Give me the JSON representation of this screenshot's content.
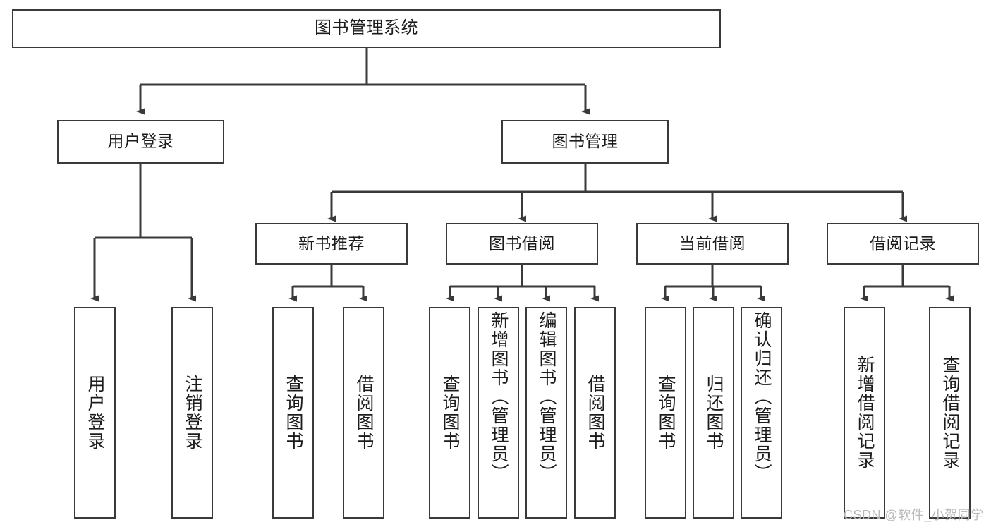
{
  "diagram": {
    "type": "tree-hierarchy",
    "title": "图书管理系统",
    "root": {
      "id": "root",
      "label": "图书管理系统"
    },
    "level2": [
      {
        "id": "user-login",
        "label": "用户登录"
      },
      {
        "id": "book-management",
        "label": "图书管理"
      }
    ],
    "level3": [
      {
        "id": "new-book-recommend",
        "label": "新书推荐"
      },
      {
        "id": "book-borrow",
        "label": "图书借阅"
      },
      {
        "id": "current-borrow",
        "label": "当前借阅"
      },
      {
        "id": "borrow-record",
        "label": "借阅记录"
      }
    ],
    "leaves": {
      "user_login": [
        {
          "id": "leaf-user-login",
          "label": "用户登录"
        },
        {
          "id": "leaf-user-logout",
          "label": "注销登录"
        }
      ],
      "new_book_recommend": [
        {
          "id": "leaf-query-book-1",
          "label": "查询图书"
        },
        {
          "id": "leaf-borrow-book-1",
          "label": "借阅图书"
        }
      ],
      "book_borrow": [
        {
          "id": "leaf-query-book-2",
          "label": "查询图书"
        },
        {
          "id": "leaf-add-book",
          "label": "新增图书（管理员）"
        },
        {
          "id": "leaf-edit-book",
          "label": "编辑图书（管理员）"
        },
        {
          "id": "leaf-borrow-book-2",
          "label": "借阅图书"
        }
      ],
      "current_borrow": [
        {
          "id": "leaf-query-book-3",
          "label": "查询图书"
        },
        {
          "id": "leaf-return-book",
          "label": "归还图书"
        },
        {
          "id": "leaf-confirm-return",
          "label": "确认归还（管理员）"
        }
      ],
      "borrow_record": [
        {
          "id": "leaf-add-borrow-record",
          "label": "新增借阅记录"
        },
        {
          "id": "leaf-query-borrow-record",
          "label": "查询借阅记录"
        }
      ]
    },
    "watermark": "CSDN @软件_小贺同学",
    "colors": {
      "stroke": "#3a3a3a",
      "fill": "#ffffff",
      "text": "#1c1c1c",
      "watermark": "#b9b9b9"
    }
  }
}
